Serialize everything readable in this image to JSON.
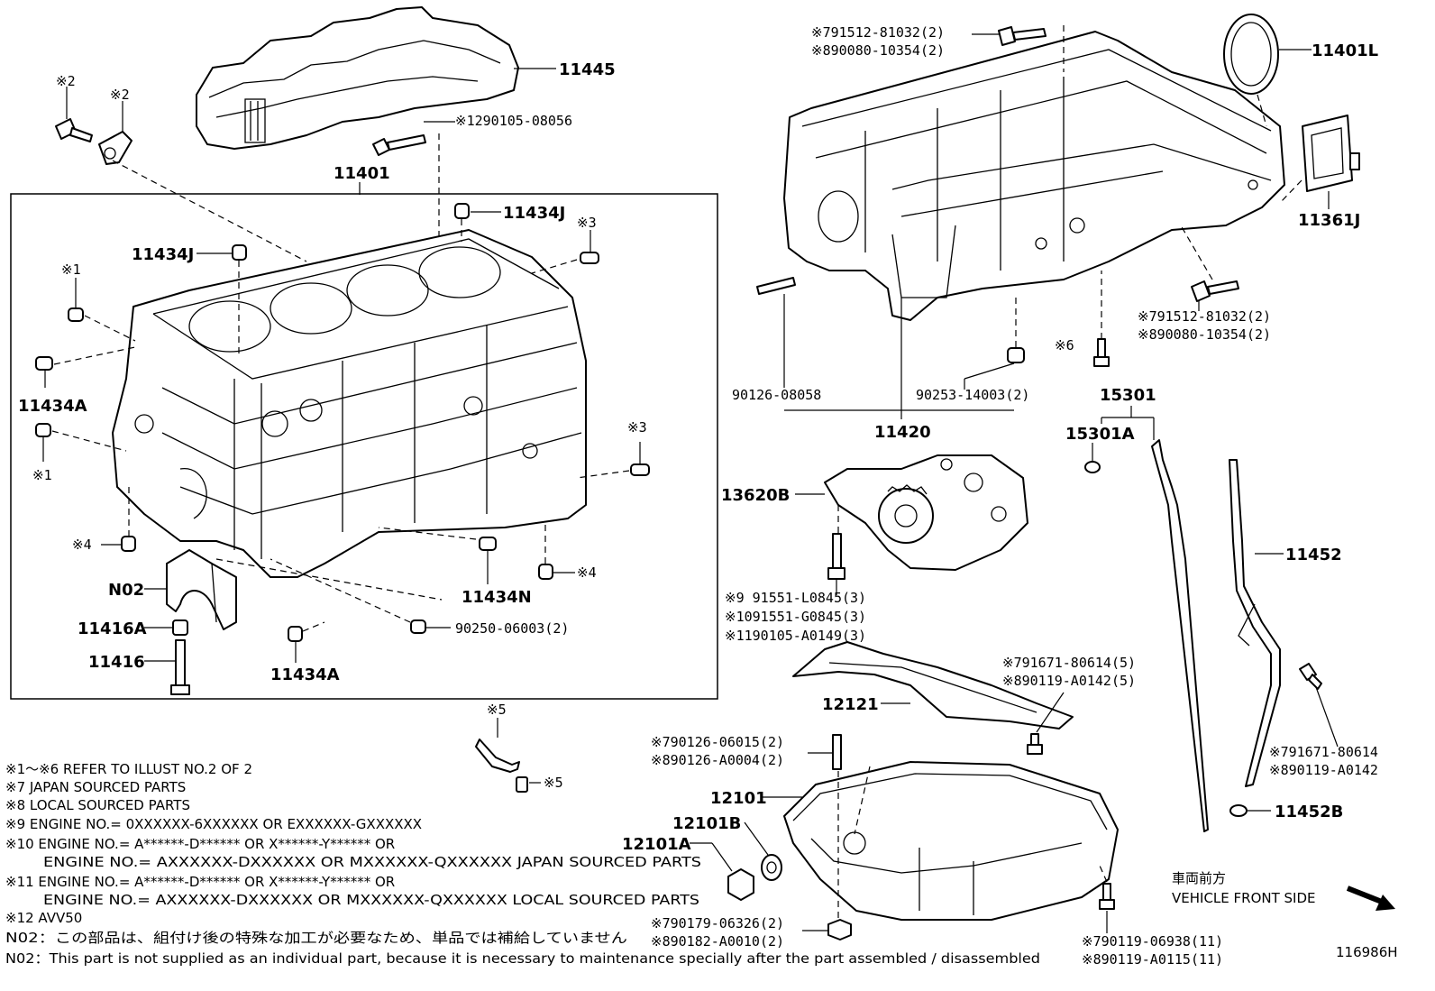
{
  "diagram_id": "116986H",
  "front_side": {
    "jp": "車両前方",
    "en": "VEHICLE FRONT SIDE"
  },
  "labels": {
    "p11445": "11445",
    "p90105_08056": "※1290105-08056",
    "star2a": "※2",
    "star2b": "※2",
    "p11401": "11401",
    "p11434J_a": "11434J",
    "p11434J_b": "11434J",
    "star3a": "※3",
    "star1a": "※1",
    "p11434A_a": "11434A",
    "star1b": "※1",
    "star3b": "※3",
    "star4a": "※4",
    "star4b": "※4",
    "pN02": "N02",
    "p11416A": "11416A",
    "p11416": "11416",
    "p11434N": "11434N",
    "p90250": "90250-06003(2)",
    "p11434A_b": "11434A",
    "star5a": "※5",
    "star5b": "※5",
    "top_bolt_1": "※791512-81032(2)",
    "top_bolt_2": "※890080-10354(2)",
    "p11401L": "11401L",
    "p11361J": "11361J",
    "right_bolt_1": "※791512-81032(2)",
    "right_bolt_2": "※890080-10354(2)",
    "star6": "※6",
    "p90126_08058": "90126-08058",
    "p90253": "90253-14003(2)",
    "p11420": "11420",
    "p15301": "15301",
    "p15301A": "15301A",
    "p13620B": "13620B",
    "p91551_L": "※9  91551-L0845(3)",
    "p91551_G": "※1091551-G0845(3)",
    "p90105_A": "※1190105-A0149(3)",
    "p11452": "11452",
    "baffle_bolt_1": "※791671-80614(5)",
    "baffle_bolt_2": "※890119-A0142(5)",
    "p12121": "12121",
    "gauge_bolt_1": "※791671-80614",
    "gauge_bolt_2": "※890119-A0142",
    "stud_1": "※790126-06015(2)",
    "stud_2": "※890126-A0004(2)",
    "p12101": "12101",
    "p12101B": "12101B",
    "p12101A": "12101A",
    "p11452B": "11452B",
    "nut_1": "※790179-06326(2)",
    "nut_2": "※890182-A0010(2)",
    "pan_bolt_1": "※790119-06938(11)",
    "pan_bolt_2": "※890119-A0115(11)"
  },
  "notes": [
    "※1～※6  REFER TO ILLUST NO.2 OF 2",
    "※7 JAPAN SOURCED PARTS",
    "※8 LOCAL SOURCED PARTS",
    "※9 ENGINE NO.= 0XXXXXX-6XXXXXX OR EXXXXXX-GXXXXXX",
    "※10 ENGINE NO.= A******-D****** OR X******-Y****** OR",
    "ENGINE NO.= AXXXXXX-DXXXXXX OR MXXXXXX-QXXXXXX  JAPAN SOURCED PARTS",
    "※11 ENGINE NO.= A******-D****** OR X******-Y****** OR",
    "ENGINE NO.= AXXXXXX-DXXXXXX OR MXXXXXX-QXXXXXX LOCAL SOURCED PARTS",
    "※12 AVV50",
    "N02：この部品は、組付け後の特殊な加工が必要なため、単品では補給していません",
    "N02：This part is not supplied as an individual part, because it is necessary to maintenance specially after the part assembled / disassembled"
  ]
}
